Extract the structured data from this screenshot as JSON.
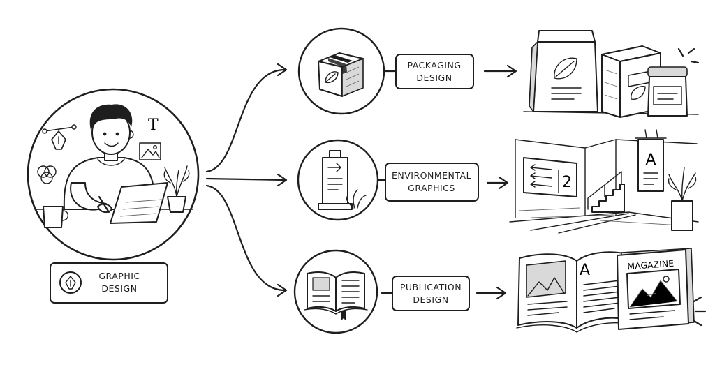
{
  "source": {
    "label_line1": "GRAPHIC",
    "label_line2": "DESIGN"
  },
  "branches": [
    {
      "id": "packaging",
      "label_line1": "PACKAGING",
      "label_line2": "DESIGN"
    },
    {
      "id": "environmental",
      "label_line1": "ENVIRONMENTAL",
      "label_line2": "GRAPHICS"
    },
    {
      "id": "publication",
      "label_line1": "PUBLICATION",
      "label_line2": "DESIGN"
    }
  ],
  "illustration_text": {
    "type_glyph": "T",
    "sign_number": "2",
    "banner_letter": "A",
    "book_letter": "A",
    "magazine_title": "MAGAZINE"
  },
  "colors": {
    "ink": "#1e1e1e",
    "paper": "#ffffff",
    "shade": "#d9d9d9"
  }
}
